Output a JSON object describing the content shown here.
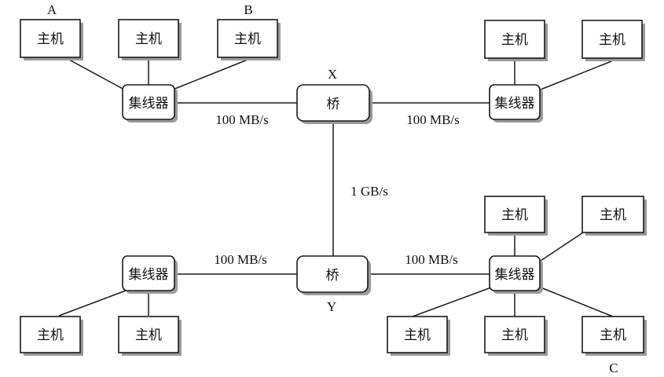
{
  "labels": {
    "host": "主机",
    "hub": "集线器",
    "bridge": "桥",
    "bridge_x": "X",
    "bridge_y": "Y",
    "host_a": "A",
    "host_b": "B",
    "host_c": "C",
    "link_hub_tl_bridge_x": "100 MB/s",
    "link_bridge_x_hub_tr": "100 MB/s",
    "link_bridge_x_bridge_y": "1 GB/s",
    "link_hub_bl_bridge_y": "100 MB/s",
    "link_bridge_y_hub_br": "100 MB/s"
  }
}
